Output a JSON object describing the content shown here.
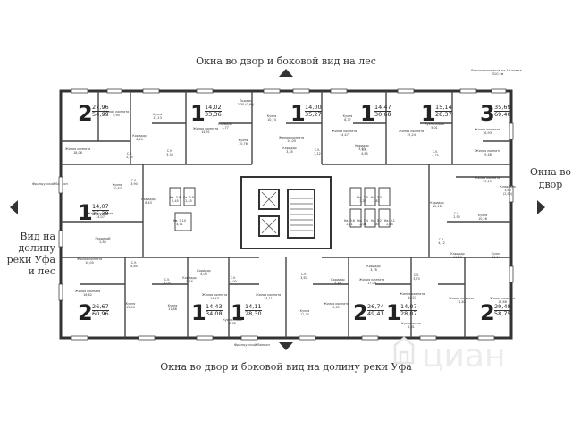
{
  "captions": {
    "top": "Окна во двор и боковой вид на лес",
    "bottom": "Окна во двор и боковой вид на долину реки Уфа",
    "right": "Окна во двор",
    "left": "Вид на долину реки Уфа и лес"
  },
  "notes": {
    "ceiling": "Высота потолков от 19 этажа – 310 см",
    "french_balcony_left": "Французский балкон",
    "french_balcony_bottom": "Французский балкон"
  },
  "apartments": [
    {
      "rooms": "2",
      "area_living": "27,96",
      "area_total": "54,99"
    },
    {
      "rooms": "1",
      "area_living": "14,02",
      "area_total": "33,36"
    },
    {
      "rooms": "1",
      "area_living": "14,00",
      "area_total": "35,27"
    },
    {
      "rooms": "1",
      "area_living": "14,47",
      "area_total": "30,68"
    },
    {
      "rooms": "1",
      "area_living": "15,14",
      "area_total": "28,37"
    },
    {
      "rooms": "3",
      "area_living": "35,69",
      "area_total": "69,40"
    },
    {
      "rooms": "1",
      "area_living": "14,07",
      "area_total": "35,38"
    },
    {
      "rooms": "2",
      "area_living": "26,67",
      "area_total": "60,96"
    },
    {
      "rooms": "1",
      "area_living": "14,43",
      "area_total": "34,08"
    },
    {
      "rooms": "1",
      "area_living": "14,11",
      "area_total": "28,30"
    },
    {
      "rooms": "2",
      "area_living": "26,74",
      "area_total": "49,41"
    },
    {
      "rooms": "1",
      "area_living": "14,07",
      "area_total": "28,07"
    },
    {
      "rooms": "2",
      "area_living": "29,48",
      "area_total": "58,75"
    }
  ],
  "room_labels": [
    {
      "text": "Жилая комната\n9,90"
    },
    {
      "text": "Кухня\n13,13"
    },
    {
      "text": "Коридор\n6,24"
    },
    {
      "text": "Жилая комната\n18,06"
    },
    {
      "text": "С.У.\n5,35"
    },
    {
      "text": "Кухня\n10,83"
    },
    {
      "text": "С.У.\n3,90"
    },
    {
      "text": "Жилая комната\n14,91"
    },
    {
      "text": "С.У.\n3,34"
    },
    {
      "text": "Кухня\n10,76"
    },
    {
      "text": "Коридор\n3,77"
    },
    {
      "text": "Кухня\n10,74"
    },
    {
      "text": "Жилая комната\n14,00"
    },
    {
      "text": "С.У.\n3,12"
    },
    {
      "text": "Коридор\n3,35"
    },
    {
      "text": "Кухня\n8,37"
    },
    {
      "text": "Жилая комната\n14,47"
    },
    {
      "text": "С.У.\n4,65"
    },
    {
      "text": "Коридор\n3,63"
    },
    {
      "text": "Жилая комната\n15,24"
    },
    {
      "text": "Кухня-ниша\n5,01"
    },
    {
      "text": "С.У.\n4,75"
    },
    {
      "text": "Жилая комната\n16,93"
    },
    {
      "text": "Жилая комната\n9,48"
    },
    {
      "text": "Жилая комната\n10,15"
    },
    {
      "text": "Кладовая\n3,60\n(2,50)"
    },
    {
      "text": "Кухня\n10,26"
    },
    {
      "text": "Коридор\n6,43"
    },
    {
      "text": "Жилая комната\n14,07"
    },
    {
      "text": "Гардероб\n2,84"
    },
    {
      "text": "Жилая комната\n10,05"
    },
    {
      "text": "С.У.\n4,64"
    },
    {
      "text": "Жилая комната\n16,62"
    },
    {
      "text": "Кухня\n15,03"
    },
    {
      "text": "С.У.\n4,05"
    },
    {
      "text": "Кухня\n11,86"
    },
    {
      "text": "Коридор\n5,16"
    },
    {
      "text": "Жилая комната\n14,43"
    },
    {
      "text": "Коридор\n4,00"
    },
    {
      "text": "С.У.\n4,00"
    },
    {
      "text": "Жилая комната\n14,11"
    },
    {
      "text": "Кухня-ниша\n5,38"
    },
    {
      "text": "С.У.\n3,67"
    },
    {
      "text": "Коридор\n5,48"
    },
    {
      "text": "Кухня\n11,24"
    },
    {
      "text": "Жилая комната\n9,65"
    },
    {
      "text": "Жилая комната\n17,09"
    },
    {
      "text": "Коридор\n3,78"
    },
    {
      "text": "С.У.\n3,70"
    },
    {
      "text": "Жилая комната\n14,07"
    },
    {
      "text": "Кухня-ниша\n5,31"
    },
    {
      "text": "Коридор\n10,86"
    },
    {
      "text": "Жилая комната\n11,83"
    },
    {
      "text": "Кухня\n10,14"
    },
    {
      "text": "Жилая комната\n17,66"
    },
    {
      "text": "Коридор\n12,18"
    },
    {
      "text": "С.У.\n4,12"
    },
    {
      "text": "С.У.\n2,90"
    }
  ],
  "technical_labels": [
    {
      "text": "Кв. 3.9\n2,45"
    },
    {
      "text": "Кв. 3.8\n2,45"
    },
    {
      "text": "Кв. 3.10\n4,51"
    },
    {
      "text": "Кв. 3.5\n3,23"
    },
    {
      "text": "Кв. 3.6\n2,01"
    },
    {
      "text": "Кв. 3.4\n2,01"
    },
    {
      "text": "Кв. 3.3\n1,83"
    },
    {
      "text": "Кв. 3.2\n1,85"
    },
    {
      "text": "Кв. 3.1\n2,14"
    },
    {
      "text": "Лоджия\n2,30 (0,69)"
    }
  ],
  "watermark": "циан"
}
